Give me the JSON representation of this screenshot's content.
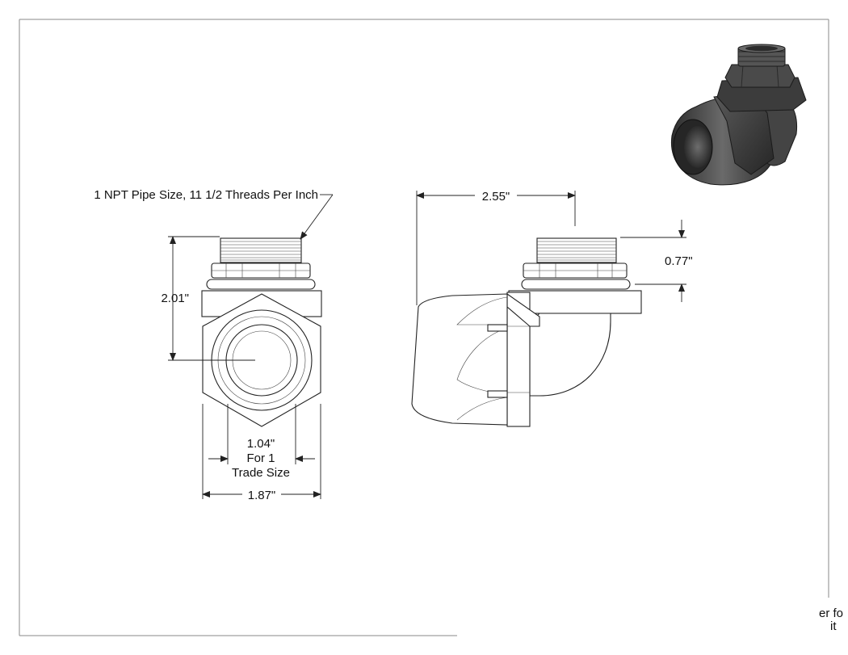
{
  "annotations": {
    "thread_note": "1 NPT Pipe Size, 11 1/2 Threads Per Inch",
    "height": "2.01\"",
    "inner_width": "1.04\"",
    "for_line": "For 1",
    "trade_size_line": "Trade Size",
    "outer_width": "1.87\"",
    "side_length": "2.55\"",
    "thread_length": "0.77\""
  },
  "cut_text": {
    "line1": "er fo",
    "line2": "it"
  },
  "colors": {
    "line": "#222222",
    "render_dark": "#3a3a3a",
    "render_mid": "#5c5c5c",
    "render_light": "#8a8a8a"
  }
}
